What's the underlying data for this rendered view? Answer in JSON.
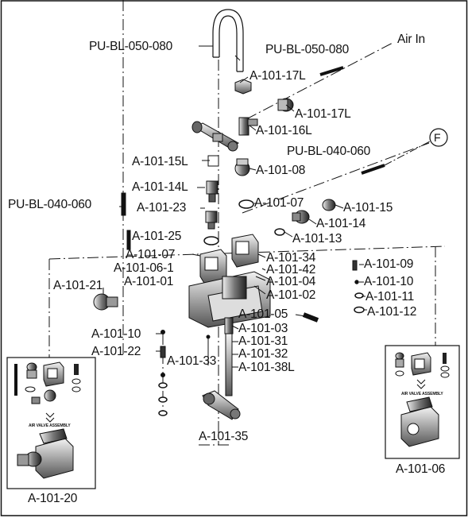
{
  "labels": {
    "pu_bl_050_080_top": "PU-BL-050-080",
    "pu_bl_050_080_right": "PU-BL-050-080",
    "air_in": "Air In",
    "a_101_17l_a": "A-101-17L",
    "a_101_17l_b": "A-101-17L",
    "a_101_16l": "A-101-16L",
    "circle_f": "F",
    "pu_bl_040_060_right": "PU-BL-040-060",
    "a_101_15l": "A-101-15L",
    "a_101_08": "A-101-08",
    "a_101_14l": "A-101-14L",
    "a_101_07a": "A-101-07",
    "a_101_15": "A-101-15",
    "pu_bl_040_060_left": "PU-BL-040-060",
    "a_101_23": "A-101-23",
    "a_101_14": "A-101-14",
    "a_101_25": "A-101-25",
    "a_101_13": "A-101-13",
    "a_101_07b": "A-101-07",
    "a_101_34": "A-101-34",
    "a_101_09": "A-101-09",
    "a_101_06_1": "A-101-06-1",
    "a_101_42": "A-101-42",
    "a_101_01": "A-101-01",
    "a_101_04": "A-101-04",
    "a_101_10a": "A-101-10",
    "a_101_21": "A-101-21",
    "a_101_02": "A-101-02",
    "a_101_11": "A-101-11",
    "a_101_05": "A-101-05",
    "a_101_12": "A-101-12",
    "a_101_03": "A-101-03",
    "a_101_10b": "A-101-10",
    "a_101_31": "A-101-31",
    "a_101_22": "A-101-22",
    "a_101_32": "A-101-32",
    "a_101_33": "A-101-33",
    "a_101_38l": "A-101-38L",
    "a_101_35": "A-101-35",
    "a_101_20": "A-101-20",
    "a_101_06": "A-101-06"
  },
  "insets": {
    "left_caption": "AIR VALVE ASSEMBLY",
    "right_caption": "AIR VALVE ASSEMBLY"
  },
  "colors": {
    "ink": "#111111",
    "paper": "#ffffff",
    "shade": "#7a7a7a"
  }
}
